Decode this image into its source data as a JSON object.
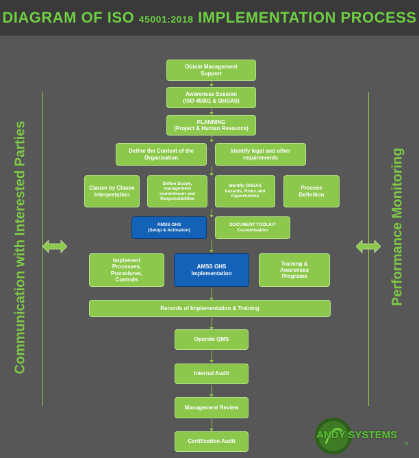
{
  "title": {
    "part1": "DIAGRAM OF ISO ",
    "number": "45001:2018",
    "part2": " IMPLEMENTATION PROCESS"
  },
  "left_label": "Communication with Interested Parties",
  "right_label": "Performance Monitoring",
  "steps": {
    "obtain_management_support": [
      "Obtain Management",
      "Support"
    ],
    "awareness_session": [
      "Awareness Session",
      "(ISO 45001 & OHSAS)"
    ],
    "planning": [
      "PLANNING",
      "(Project & Human Resource)"
    ],
    "define_context": [
      "Define the Context of the",
      "Organisation"
    ],
    "identify_legal": [
      "Identify legal and other",
      "requirements"
    ],
    "clause_interpretation": [
      "Clause by Clause",
      "Interpretation"
    ],
    "define_scope": [
      "Define Scope,",
      "management",
      "commitment and",
      "Responsibilities"
    ],
    "identify_ohsas": [
      "Identify OHSAS",
      "hazards, Risks and",
      "Opportunites"
    ],
    "process_definition": [
      "Process",
      "Definition"
    ],
    "amss_setup": [
      "AMSS OHS",
      "(Setup & Activation)"
    ],
    "document_toolkit": [
      "DOCUMENT TOOLKIT",
      "Customisation"
    ],
    "implement_processes": [
      "Implement",
      "Processes,",
      "Procedures,",
      "Controls"
    ],
    "amss_implementation": [
      "AMSS OHS",
      "Implementation"
    ],
    "training_programs": [
      "Training &",
      "Awareness",
      "Programs"
    ],
    "records": [
      "Records of Implementation & Training"
    ],
    "operate_qms": [
      "Operate QMS"
    ],
    "internal_audit": [
      "Internal Audit"
    ],
    "management_review": [
      "Management Review"
    ],
    "certification_audit": [
      "Certification Audit"
    ]
  },
  "logo": {
    "text": "ANDY SYSTEMS",
    "copyright": "©"
  },
  "colors": {
    "green": "#8cc84b",
    "blue": "#1462b8",
    "background": "#575757",
    "title_green": "#6fce43"
  }
}
